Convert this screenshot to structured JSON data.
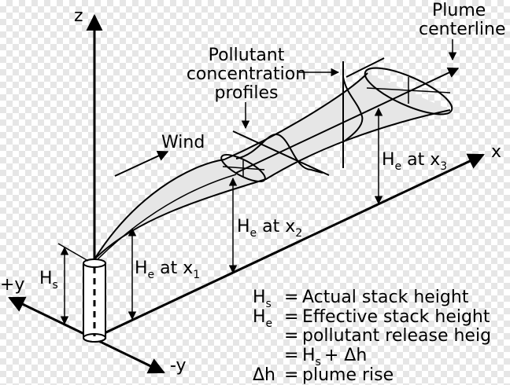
{
  "axes": {
    "z": "z",
    "x": "x",
    "plus_y": "+y",
    "minus_y": "-y"
  },
  "labels": {
    "plume_centerline_1": "Plume",
    "plume_centerline_2": "centerline",
    "profiles_1": "Pollutant",
    "profiles_2": "concentration",
    "profiles_3": "profiles",
    "wind": "Wind",
    "hs_main": "H",
    "hs_sub": "s",
    "he1_main": "H",
    "he1_sub": "e",
    "he1_at": " at x",
    "he1_xsub": "1",
    "he2_main": "H",
    "he2_sub": "e",
    "he2_at": " at x",
    "he2_xsub": "2",
    "he3_main": "H",
    "he3_sub": "e",
    "he3_at": " at x",
    "he3_xsub": "3"
  },
  "legend": {
    "row1": {
      "sym": "H",
      "sub": "s",
      "eq": "=",
      "text": "Actual stack height"
    },
    "row2": {
      "sym": "H",
      "sub": "e",
      "eq": "=",
      "text": "Effective stack height"
    },
    "row3": {
      "eq": "=",
      "text": "pollutant release heig"
    },
    "row4": {
      "eq": "=",
      "h": "H",
      "hsub": "s",
      "plus": "+ Δh"
    },
    "row5": {
      "sym": "Δh",
      "eq": "=",
      "text": "plume rise"
    }
  },
  "colors": {
    "plume_fill": "#e6e6e6",
    "line": "#000000",
    "checker": "#e6e6e6"
  }
}
